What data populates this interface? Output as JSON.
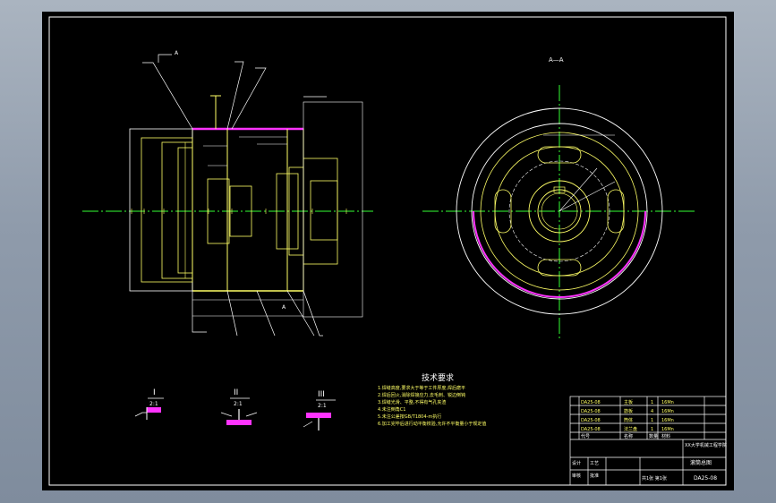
{
  "colors": {
    "background": "#000000",
    "frame": "#ffffff",
    "outline": "#ffff66",
    "centerline": "#33ff33",
    "weld": "#ff33ff",
    "dim": "#ffffff"
  },
  "views": {
    "front": {
      "section_mark": "A",
      "section_mark_bottom": "A"
    },
    "side": {
      "title": "A—A"
    },
    "details": [
      {
        "roman": "I",
        "scale": "2:1"
      },
      {
        "roman": "II",
        "scale": "2:1"
      },
      {
        "roman": "III",
        "scale": "2:1"
      }
    ]
  },
  "tech_requirements": {
    "title": "技术要求",
    "lines": [
      "1.焊缝高度,要求大于等于工件厚度,焊后磨平",
      "2.焊后回火,消除焊接应力,去毛刺、锐边倒钝",
      "3.焊缝光滑、平整,不得有气孔夹渣",
      "4.未注倒角C1",
      "5.未注公差按GB/T1804-m执行",
      "6.加工完毕后进行动平衡校验,允许不平衡量小于规定值"
    ]
  },
  "title_block": {
    "parts": [
      {
        "code": "DA25-08",
        "name": "主板",
        "qty": "1",
        "material": "16Mn"
      },
      {
        "code": "DA25-08",
        "name": "筋板",
        "qty": "4",
        "material": "16Mn"
      },
      {
        "code": "DA25-08",
        "name": "筒体",
        "qty": "1",
        "material": "16Mn"
      },
      {
        "code": "DA25-08",
        "name": "法兰盘",
        "qty": "1",
        "material": "16Mn"
      }
    ],
    "header": {
      "code": "代号",
      "name": "名称",
      "qty": "数量",
      "material": "材料"
    },
    "school": "XX大学机械工程学院",
    "drawing_name": "滚筒总图",
    "drawing_no": "DA25-08",
    "sheet": "共1张 第1张",
    "roles": [
      "设计",
      "审核",
      "工艺",
      "批准"
    ]
  }
}
